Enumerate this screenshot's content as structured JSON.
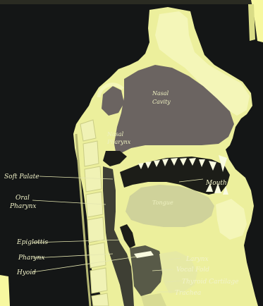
{
  "diagram": {
    "colors": {
      "background": "#141616",
      "outer_margin": "#f7f8a0",
      "anatomy_fill": "#ecef9c",
      "cavity_fill": "#6b6461",
      "teeth": "#f9fbe0",
      "label_text": "#f2f3c9"
    },
    "labels": {
      "nasal_cavity_1": "Nasal",
      "nasal_cavity_2": "Cavity",
      "nasopharynx_1": "Nasal",
      "nasopharynx_2": "Pharynx",
      "soft_palate": "Soft Palate",
      "oral_pharynx_1": "Oral",
      "oral_pharynx_2": "Pharynx",
      "tongue": "Tongue",
      "mouth": "Mouth",
      "epiglottis": "Epiglottis",
      "pharynx": "Pharynx",
      "hyoid": "Hyoid",
      "larynx": "Larynx",
      "vocal_fold": "Vocal Fold",
      "thyroid_cartilage": "Thyroid Cartilage",
      "trachea": "Trachea"
    }
  }
}
